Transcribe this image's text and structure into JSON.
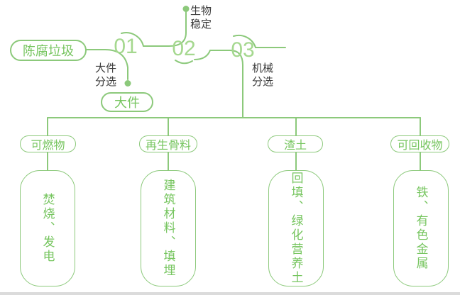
{
  "colors": {
    "line": "#8CC97B",
    "text-green": "#76C55F",
    "number": "#A5D88F",
    "label": "#3D3D3D",
    "bar": "#DBDBDB",
    "bg": "#FFFFFF"
  },
  "source": {
    "label": "陈腐垃圾"
  },
  "steps": [
    {
      "number": "01",
      "annotation": "大件\n分选",
      "output": "大件"
    },
    {
      "number": "02",
      "annotation": "生物\n稳定"
    },
    {
      "number": "03",
      "annotation": "机械\n分选"
    }
  ],
  "branches": [
    {
      "category": "可燃物",
      "detail": "焚烧、发电"
    },
    {
      "category": "再生骨料",
      "detail": "建筑材料、填埋"
    },
    {
      "category": "渣土",
      "detail": "回填、绿化营养土"
    },
    {
      "category": "可回收物",
      "detail": "铁、有色金属"
    }
  ]
}
